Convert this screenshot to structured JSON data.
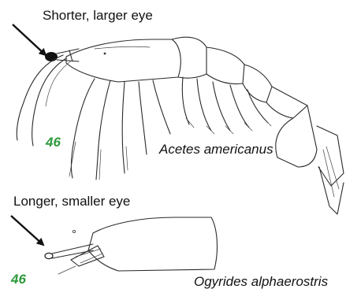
{
  "top": {
    "eye_label": "Shorter, larger eye",
    "plate_number": "46",
    "species": "Acetes americanus"
  },
  "bottom": {
    "eye_label": "Longer, smaller eye",
    "plate_number": "46",
    "species": "Ogyrides alphaerostris"
  },
  "colors": {
    "plate_number": "#2e9a3c",
    "text": "#111111",
    "drawing": "#2a2a2a"
  }
}
